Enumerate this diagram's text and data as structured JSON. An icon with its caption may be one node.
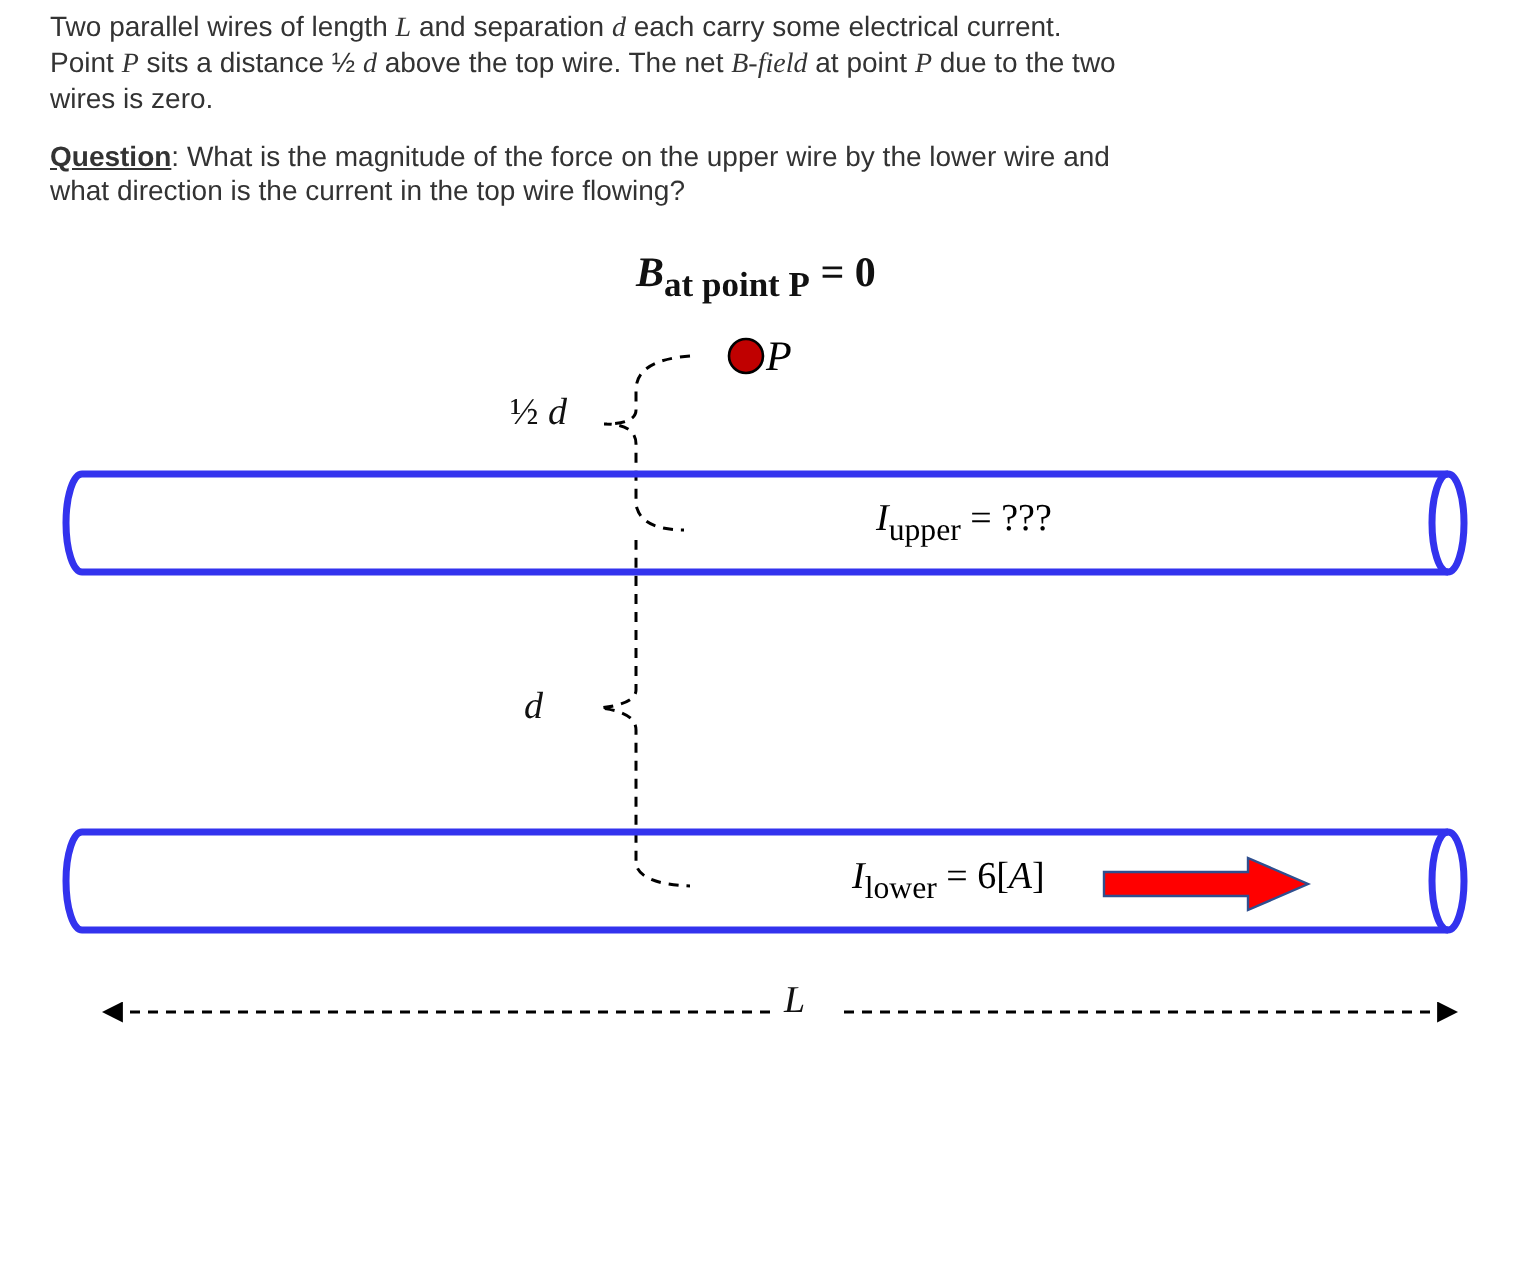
{
  "diagram": {
    "nodes": [
      {
        "text": [
          "*I*$_{upper}$ = ???"
        ]
      },
      {
        "text": [
          "*I*$_{lower}$ = 6[*A*]"
        ]
      },
      {
        "text": [
          "*P*"
        ]
      }
    ],
    "labels": [
      "Two parallel wires of length *L* and separation *d* each carry some electrical current. Point *P* sits a distance ½ *d* above the top wire.  The net *B-field* at point *P* due to the two wires is zero.",
      "**Question**:  What is the magnitude of the force on the upper wire by the lower wire and what direction is the current in the top wire flowing?",
      "*B*$_{at point P}$ = 0",
      "½ *d*",
      "*d*",
      "*L*"
    ]
  }
}
